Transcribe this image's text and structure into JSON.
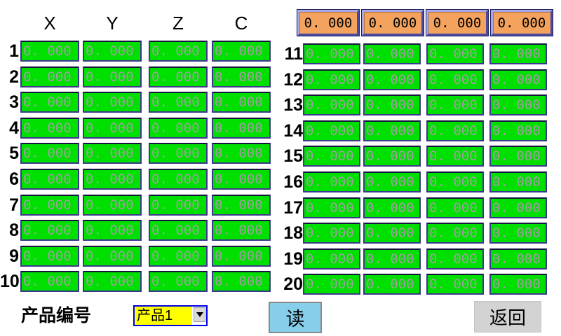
{
  "table": {
    "headers": [
      "X",
      "Y",
      "Z",
      "C"
    ],
    "rows": [
      {
        "label": "1",
        "values": [
          "0. 000",
          "0. 000",
          "0. 000",
          "0. 000"
        ]
      },
      {
        "label": "2",
        "values": [
          "0. 000",
          "0. 000",
          "0. 000",
          "0. 000"
        ]
      },
      {
        "label": "3",
        "values": [
          "0. 000",
          "0. 000",
          "0. 000",
          "0. 000"
        ]
      },
      {
        "label": "4",
        "values": [
          "0. 000",
          "0. 000",
          "0. 000",
          "0. 000"
        ]
      },
      {
        "label": "5",
        "values": [
          "0. 000",
          "0. 000",
          "0. 000",
          "0. 000"
        ]
      },
      {
        "label": "6",
        "values": [
          "0. 000",
          "0. 000",
          "0. 000",
          "0. 000"
        ]
      },
      {
        "label": "7",
        "values": [
          "0. 000",
          "0. 000",
          "0. 000",
          "0. 000"
        ]
      },
      {
        "label": "8",
        "values": [
          "0. 000",
          "0. 000",
          "0. 000",
          "0. 000"
        ]
      },
      {
        "label": "9",
        "values": [
          "0. 000",
          "0. 000",
          "0. 000",
          "0. 000"
        ]
      },
      {
        "label": "10",
        "values": [
          "0. 000",
          "0. 000",
          "0. 000",
          "0. 000"
        ]
      },
      {
        "label": "11",
        "values": [
          "0. 000",
          "0. 000",
          "0. 000",
          "0. 000"
        ]
      },
      {
        "label": "12",
        "values": [
          "0. 000",
          "0. 000",
          "0. 000",
          "0. 000"
        ]
      },
      {
        "label": "13",
        "values": [
          "0. 000",
          "0. 000",
          "0. 000",
          "0. 000"
        ]
      },
      {
        "label": "14",
        "values": [
          "0. 000",
          "0. 000",
          "0. 000",
          "0. 000"
        ]
      },
      {
        "label": "15",
        "values": [
          "0. 000",
          "0. 000",
          "0. 000",
          "0. 000"
        ]
      },
      {
        "label": "16",
        "values": [
          "0. 000",
          "0. 000",
          "0. 000",
          "0. 000"
        ]
      },
      {
        "label": "17",
        "values": [
          "0. 000",
          "0. 000",
          "0. 000",
          "0. 000"
        ]
      },
      {
        "label": "18",
        "values": [
          "0. 000",
          "0. 000",
          "0. 000",
          "0. 000"
        ]
      },
      {
        "label": "19",
        "values": [
          "0. 000",
          "0. 000",
          "0. 000",
          "0. 000"
        ]
      },
      {
        "label": "20",
        "values": [
          "0. 000",
          "0. 000",
          "0. 000",
          "0. 000"
        ]
      }
    ]
  },
  "top_buttons": {
    "values": [
      "0. 000",
      "0. 000",
      "0. 000",
      "0. 000"
    ]
  },
  "footer": {
    "product_label": "产品编号",
    "product_value": "产品1",
    "read_label": "读",
    "back_label": "返回"
  },
  "colors": {
    "cell_green": "#00E000",
    "cell_text_gray": "#9F9F9F",
    "cell_border_navy": "#3A3A8A",
    "setpoint_orange": "#F4A35E",
    "setpoint_bevel_blue": "#6A6ACE",
    "select_yellow": "#FFFF00",
    "select_border_blue": "#0000E6",
    "read_button_blue": "#87CEEB",
    "back_button_gray": "#D3D3D3"
  }
}
